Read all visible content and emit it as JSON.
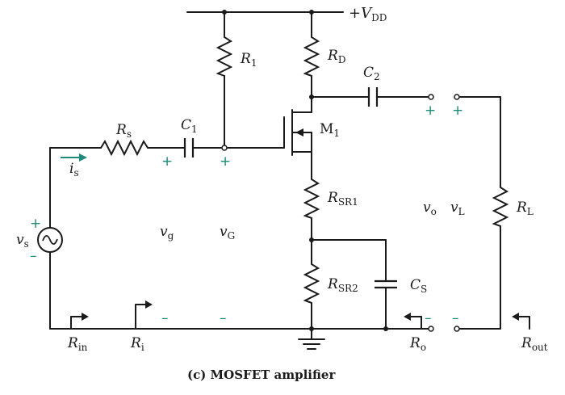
{
  "labels": {
    "vdd": {
      "main": "+V",
      "sub": "DD"
    },
    "r1": {
      "main": "R",
      "sub": "1"
    },
    "rd": {
      "main": "R",
      "sub": "D"
    },
    "c2": {
      "main": "C",
      "sub": "2"
    },
    "rs": {
      "main": "R",
      "sub": "s"
    },
    "c1": {
      "main": "C",
      "sub": "1"
    },
    "m1": {
      "main": "M",
      "sub": "1"
    },
    "is": {
      "main": "i",
      "sub": "s"
    },
    "rsr1": {
      "main": "R",
      "sub": "SR1"
    },
    "vo": {
      "main": "v",
      "sub": "o"
    },
    "vl": {
      "main": "v",
      "sub": "L"
    },
    "rl": {
      "main": "R",
      "sub": "L"
    },
    "vs": {
      "main": "v",
      "sub": "s"
    },
    "vg": {
      "main": "v",
      "sub": "g"
    },
    "vgate": {
      "main": "v",
      "sub": "G"
    },
    "rsr2": {
      "main": "R",
      "sub": "SR2"
    },
    "cs": {
      "main": "C",
      "sub": "S"
    },
    "rin": {
      "main": "R",
      "sub": "in"
    },
    "ri": {
      "main": "R",
      "sub": "i"
    },
    "ro": {
      "main": "R",
      "sub": "o"
    },
    "rout": {
      "main": "R",
      "sub": "out"
    }
  },
  "signs": {
    "plus": "+",
    "minus": "–"
  },
  "caption": "(c)  MOSFET amplifier",
  "colors": {
    "wire": "#1a1a1a",
    "polarity": "#1d8a7a",
    "background": "#ffffff"
  }
}
